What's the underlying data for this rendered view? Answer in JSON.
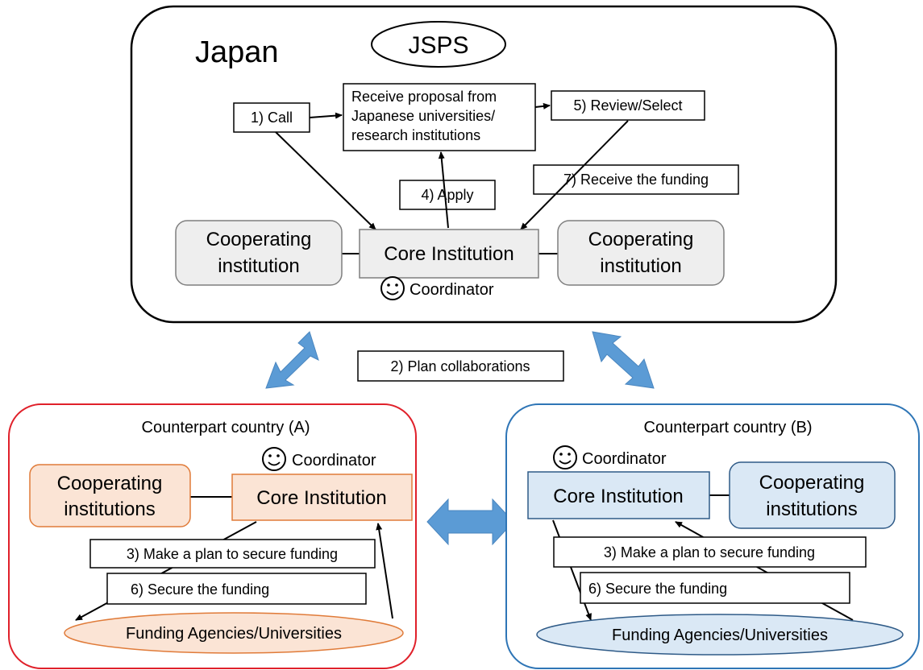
{
  "japan": {
    "title": "Japan",
    "jsps": "JSPS",
    "call": "1) Call",
    "receive_proposal": [
      "Receive proposal from",
      "Japanese universities/",
      "research institutions"
    ],
    "review_select": "5) Review/Select",
    "apply": "4) Apply",
    "receive_funding": "7) Receive the funding",
    "core_institution": "Core Institution",
    "cooperating_left": [
      "Cooperating",
      "institution"
    ],
    "cooperating_right": [
      "Cooperating",
      "institution"
    ],
    "coordinator": "Coordinator"
  },
  "plan_collaborations": "2) Plan collaborations",
  "country_a": {
    "title": "Counterpart country (A)",
    "coordinator": "Coordinator",
    "cooperating": [
      "Cooperating",
      "institutions"
    ],
    "core_institution": "Core Institution",
    "make_plan": "3) Make a plan to secure funding",
    "secure_funding": "6) Secure the funding",
    "funding_agencies": "Funding Agencies/Universities"
  },
  "country_b": {
    "title": "Counterpart country (B)",
    "coordinator": "Coordinator",
    "cooperating": [
      "Cooperating",
      "institutions"
    ],
    "core_institution": "Core Institution",
    "make_plan": "3) Make a plan to secure funding",
    "secure_funding": "6) Secure the funding",
    "funding_agencies": "Funding Agencies/Universities"
  },
  "colors": {
    "country_a_border": "#e0202a",
    "country_a_fill": "#fbe4d5",
    "country_a_stroke": "#e07b39",
    "country_b_border": "#2e75b6",
    "country_b_fill": "#dae8f5",
    "country_b_stroke": "#2e5a87",
    "gray_fill": "#eeeeee",
    "big_arrow": "#5b9bd5"
  }
}
